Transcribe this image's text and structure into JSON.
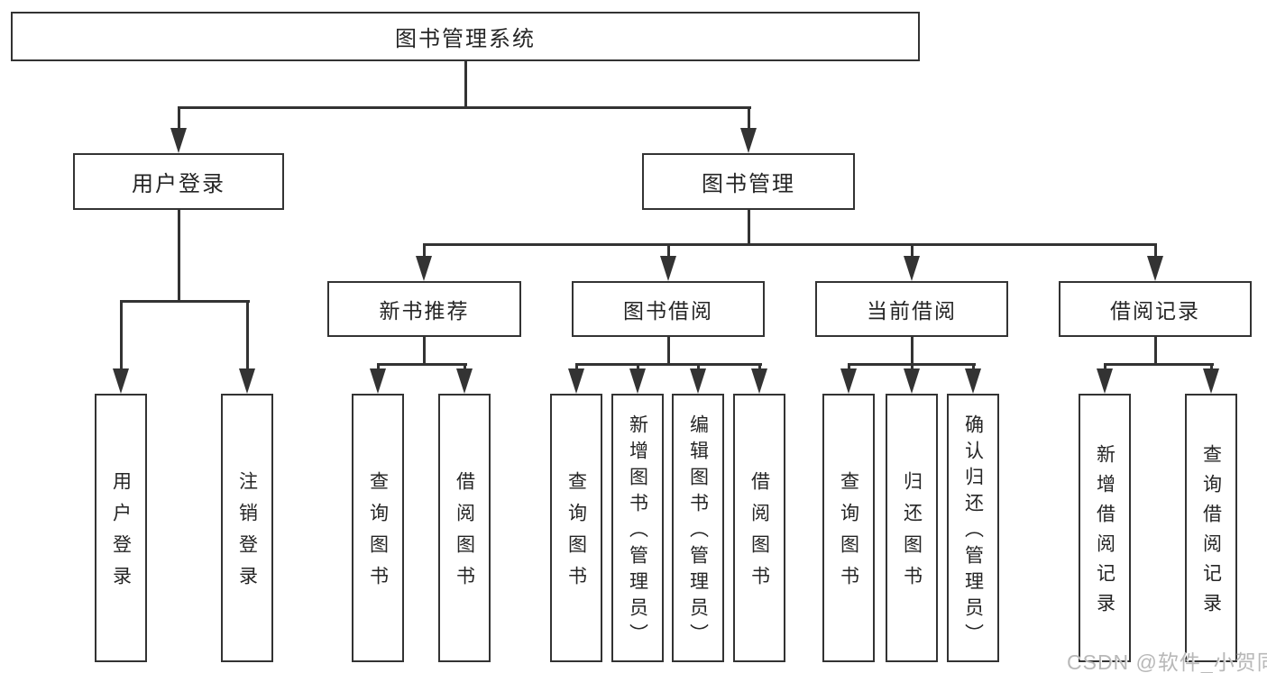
{
  "diagram": {
    "root": "图书管理系统",
    "level2": [
      {
        "label": "用户登录",
        "children": [
          "用户登录",
          "注销登录"
        ]
      },
      {
        "label": "图书管理",
        "children": [
          {
            "label": "新书推荐",
            "children": [
              "查询图书",
              "借阅图书"
            ]
          },
          {
            "label": "图书借阅",
            "children": [
              "查询图书",
              "新增图书（管理员）",
              "编辑图书（管理员）",
              "借阅图书"
            ]
          },
          {
            "label": "当前借阅",
            "children": [
              "查询图书",
              "归还图书",
              "确认归还（管理员）"
            ]
          },
          {
            "label": "借阅记录",
            "children": [
              "新增借阅记录",
              "查询借阅记录"
            ]
          }
        ]
      }
    ]
  },
  "watermark": {
    "text": "CSDN @软件_小贺同学"
  },
  "colors": {
    "line": "#333333",
    "text": "#252525",
    "background": "#ffffff",
    "watermark": "#b4b4b4"
  }
}
